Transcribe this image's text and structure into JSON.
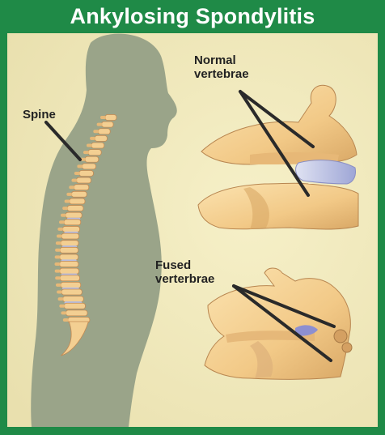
{
  "title": "Ankylosing Spondylitis",
  "labels": {
    "spine": "Spine",
    "normal": "Normal\nvertebrae",
    "fused": "Fused\nverterbrae"
  },
  "colors": {
    "border": "#1f8a47",
    "background": "#f1ebc0",
    "silhouette": "#9aa489",
    "bone": "#f3cf92",
    "disc": "#b7bde0"
  }
}
